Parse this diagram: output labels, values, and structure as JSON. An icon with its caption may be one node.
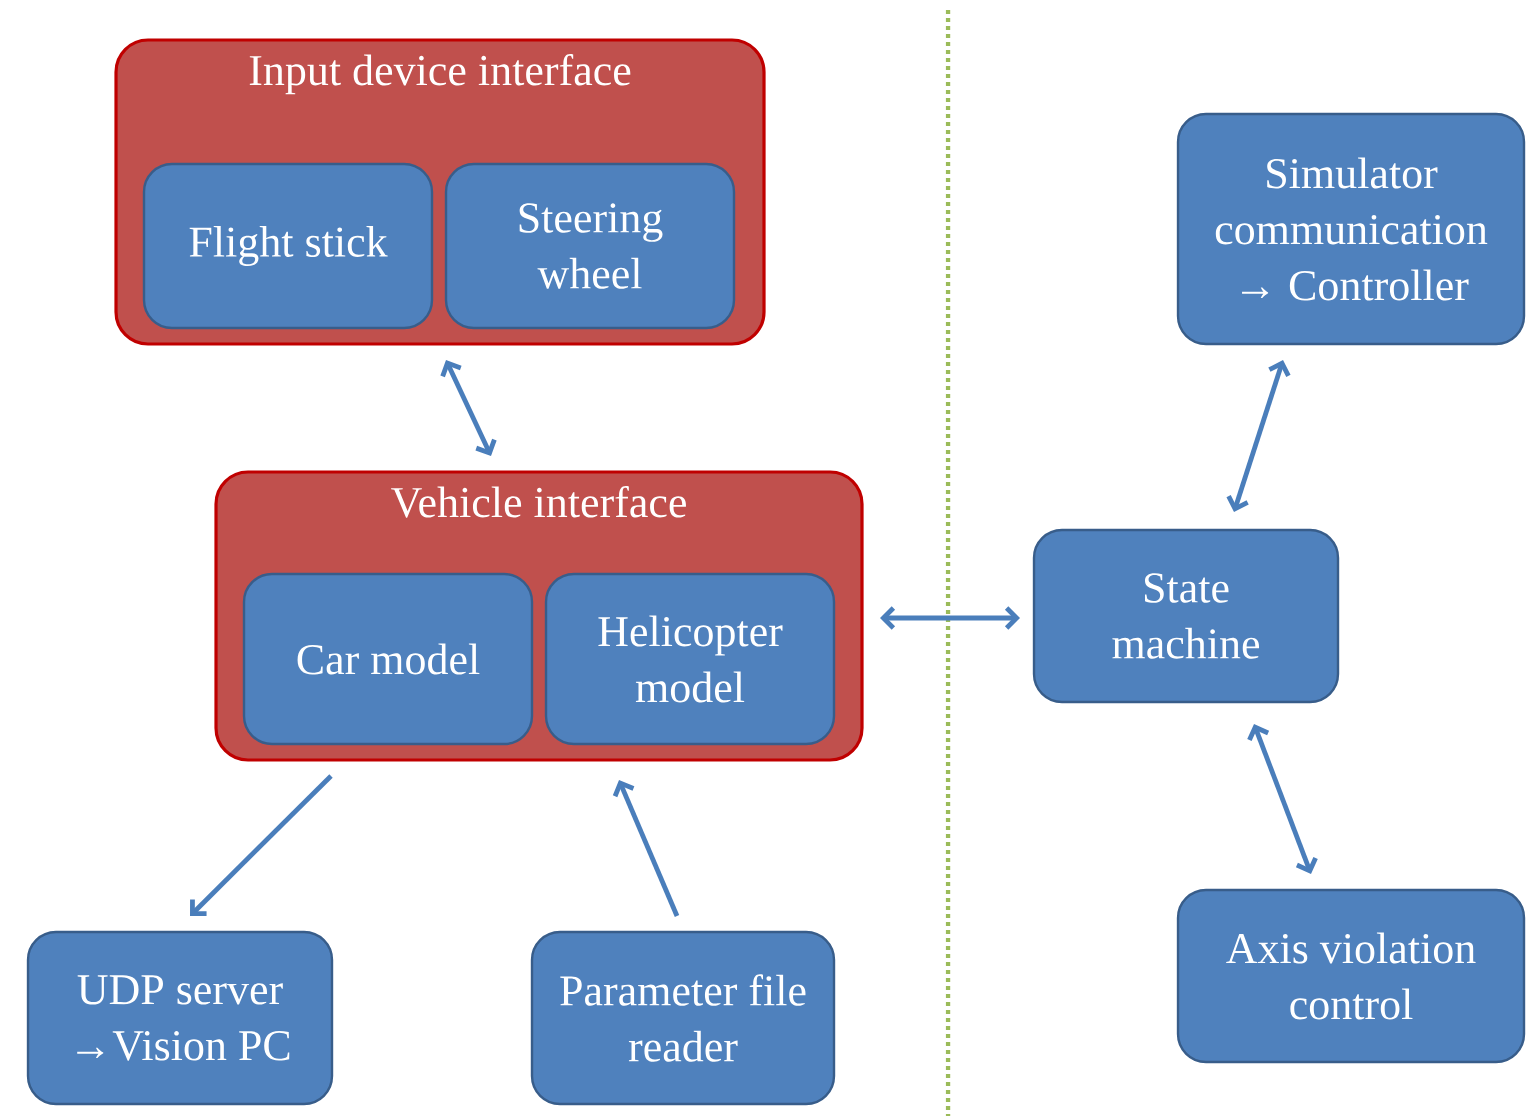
{
  "diagram": {
    "nodes": [
      {
        "text": [
          "Input device interface"
        ]
      },
      {
        "text": [
          "Flight stick"
        ],
        "in": 0
      },
      {
        "text": [
          "Steering wheel"
        ],
        "in": 0
      },
      {
        "text": [
          "Vehicle interface"
        ]
      },
      {
        "text": [
          "Car model"
        ],
        "in": 3
      },
      {
        "text": [
          "Helicopter model"
        ],
        "in": 3
      },
      {
        "text": [
          "Simulator communication → Controller"
        ]
      },
      {
        "text": [
          "State machine"
        ]
      },
      {
        "text": [
          "Axis violation control"
        ]
      },
      {
        "text": [
          "UDP server →Vision PC"
        ]
      },
      {
        "text": [
          "Parameter file reader"
        ]
      }
    ],
    "edges": [
      {
        "from": 0,
        "to": 3,
        "arrow": "both"
      },
      {
        "from": 3,
        "to": 7,
        "arrow": "both"
      },
      {
        "from": 7,
        "to": 6,
        "arrow": "both"
      },
      {
        "from": 7,
        "to": 8,
        "arrow": "both"
      },
      {
        "from": 3,
        "to": 9,
        "arrow": "to"
      },
      {
        "from": 10,
        "to": 3,
        "arrow": "to"
      }
    ]
  }
}
